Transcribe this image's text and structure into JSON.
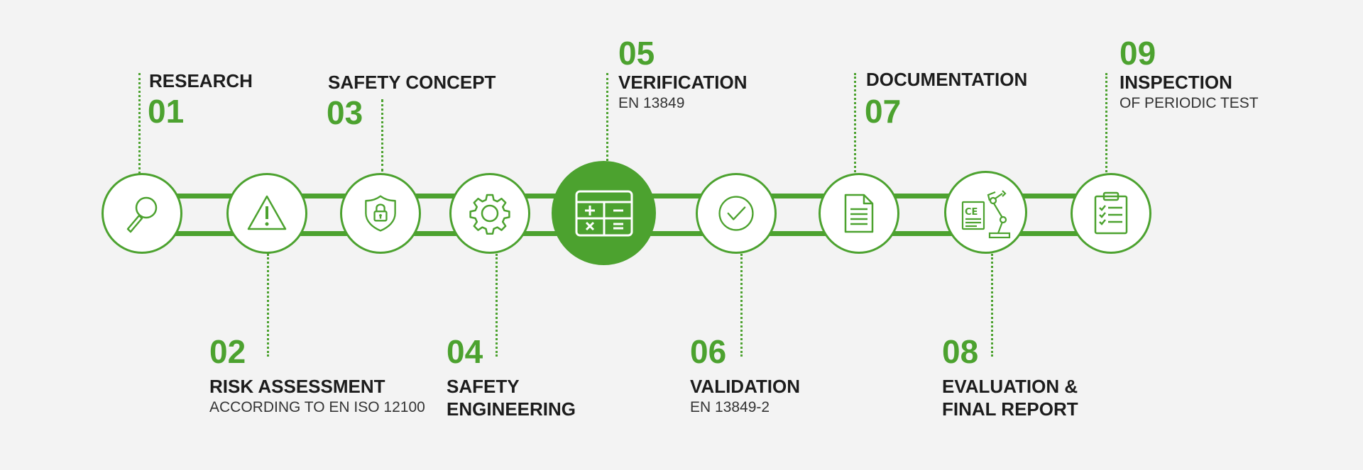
{
  "colors": {
    "accent": "#4ca22f",
    "background": "#f3f3f3",
    "text": "#1c1c1c"
  },
  "steps": [
    {
      "number": "01",
      "title": "RESEARCH",
      "icon": "magnifier-icon",
      "position": "top"
    },
    {
      "number": "02",
      "title": "RISK ASSESSMENT",
      "subtitle": "ACCORDING TO EN ISO 12100",
      "icon": "warning-triangle-icon",
      "position": "bottom"
    },
    {
      "number": "03",
      "title": "SAFETY CONCEPT",
      "icon": "shield-lock-icon",
      "position": "top"
    },
    {
      "number": "04",
      "title_line1": "SAFETY",
      "title_line2": "ENGINEERING",
      "icon": "gear-icon",
      "position": "bottom"
    },
    {
      "number": "05",
      "title": "VERIFICATION",
      "subtitle": "EN 13849",
      "icon": "calculator-icon",
      "position": "top",
      "highlighted": true
    },
    {
      "number": "06",
      "title": "VALIDATION",
      "subtitle": "EN 13849-2",
      "icon": "checkmark-circle-icon",
      "position": "bottom"
    },
    {
      "number": "07",
      "title": "DOCUMENTATION",
      "icon": "document-icon",
      "position": "top"
    },
    {
      "number": "08",
      "title_line1": "EVALUATION &",
      "title_line2": "FINAL REPORT",
      "icon": "ce-robot-arm-icon",
      "position": "bottom"
    },
    {
      "number": "09",
      "title": "INSPECTION",
      "subtitle": "OF PERIODIC TEST",
      "icon": "clipboard-checklist-icon",
      "position": "top"
    }
  ]
}
